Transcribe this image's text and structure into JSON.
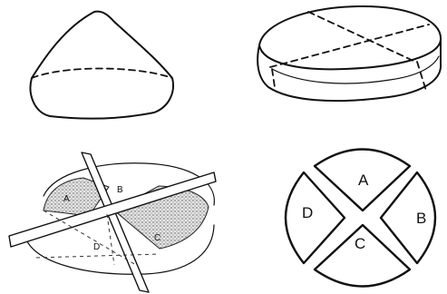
{
  "figure": {
    "panels": [
      {
        "name": "cone-pile"
      },
      {
        "name": "flattened-disc"
      },
      {
        "name": "quartering-divider"
      },
      {
        "name": "quartered-sectors"
      }
    ],
    "divider_labels": {
      "a": "A",
      "b": "B",
      "c": "C",
      "d": "D"
    },
    "sector_labels": {
      "a": "A",
      "b": "B",
      "c": "C",
      "d": "D"
    },
    "colors": {
      "ink": "#111111",
      "paper": "#ffffff"
    }
  }
}
